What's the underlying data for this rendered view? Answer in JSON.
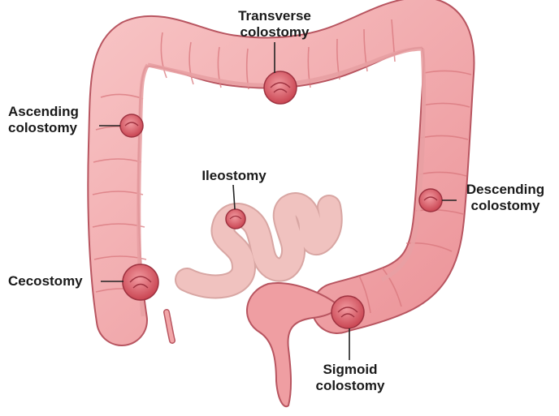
{
  "labels": {
    "transverse": {
      "line1": "Transverse",
      "line2": "colostomy"
    },
    "ascending": {
      "line1": "Ascending",
      "line2": "colostomy"
    },
    "ileostomy": {
      "line1": "Ileostomy"
    },
    "descending": {
      "line1": "Descending",
      "line2": "colostomy"
    },
    "cecostomy": {
      "line1": "Cecostomy"
    },
    "sigmoid": {
      "line1": "Sigmoid",
      "line2": "colostomy"
    }
  },
  "colors": {
    "colon_fill": "#f2a6a8",
    "colon_shadow": "#d9777d",
    "colon_outline": "#b85560",
    "stoma_fill": "#e2636d",
    "ileum_fill": "#f0c2bf",
    "rectum_fill": "#ef9ea2",
    "leader_line": "#222222"
  }
}
